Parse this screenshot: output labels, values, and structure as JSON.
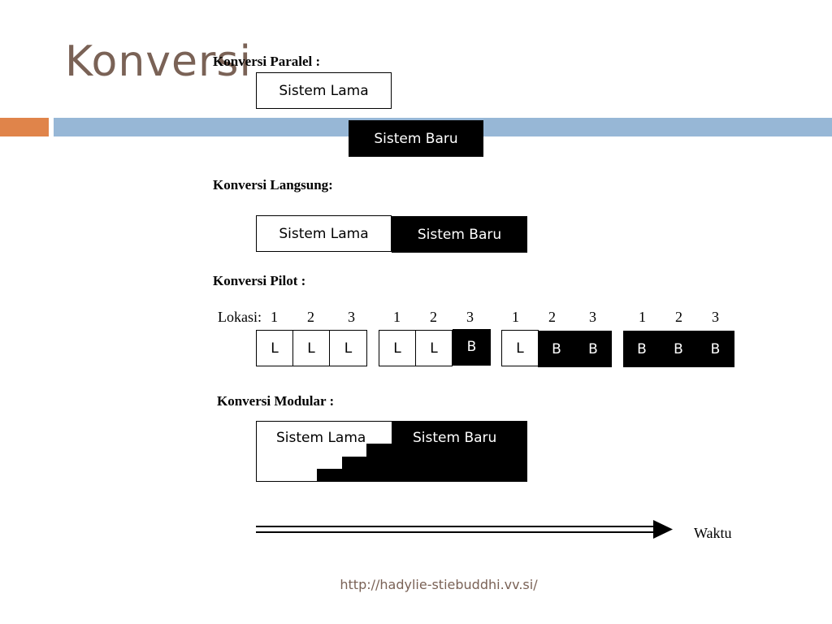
{
  "slide": {
    "title": "Konversi",
    "footer": "http://hadylie-stiebuddhi.vv.si/"
  },
  "colors": {
    "title": "#7a6256",
    "accent_orange": "#e0844a",
    "accent_blue": "#97b7d6"
  },
  "paralel": {
    "heading": "Konversi Paralel :",
    "old_label": "Sistem Lama",
    "new_label": "Sistem Baru"
  },
  "langsung": {
    "heading": "Konversi Langsung:",
    "old_label": "Sistem Lama",
    "new_label": "Sistem Baru"
  },
  "pilot": {
    "heading": "Konversi Pilot :",
    "lokasi_label": "Lokasi:",
    "stages": [
      {
        "numbers": [
          "1",
          "2",
          "3"
        ],
        "cells": [
          "L",
          "L",
          "L"
        ]
      },
      {
        "numbers": [
          "1",
          "2",
          "3"
        ],
        "cells": [
          "L",
          "L",
          "B"
        ]
      },
      {
        "numbers": [
          "1",
          "2",
          "3"
        ],
        "cells": [
          "L",
          "B",
          "B"
        ]
      },
      {
        "numbers": [
          "1",
          "2",
          "3"
        ],
        "cells": [
          "B",
          "B",
          "B"
        ]
      }
    ]
  },
  "modular": {
    "heading": "Konversi Modular :",
    "old_label": "Sistem Lama",
    "new_label": "Sistem Baru"
  },
  "timeline": {
    "label": "Waktu"
  }
}
